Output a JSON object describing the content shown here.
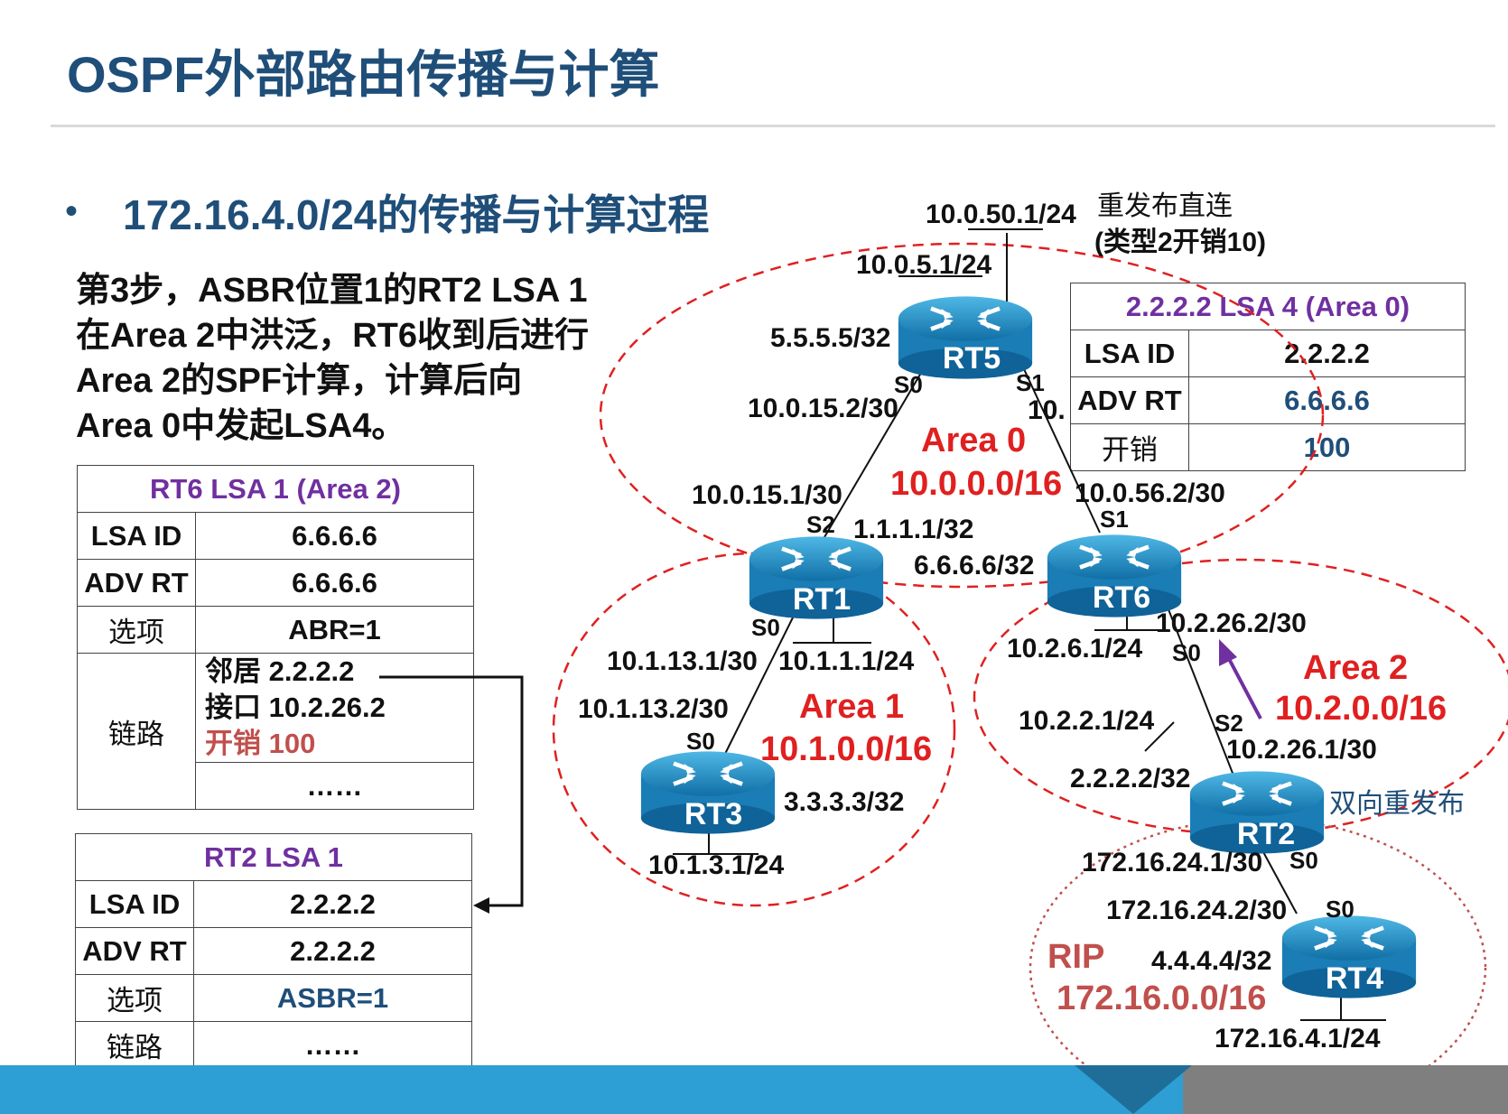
{
  "title": "OSPF外部路由传播与计算",
  "bullet": "172.16.4.0/24的传播与计算过程",
  "step_lines": [
    "第3步，ASBR位置1的RT2 LSA 1",
    "在Area 2中洪泛，RT6收到后进行",
    "Area 2的SPF计算，计算后向",
    "Area 0中发起LSA4。"
  ],
  "rt6_table": {
    "header": "RT6 LSA 1 (Area 2)",
    "rows": [
      {
        "key": "LSA ID",
        "value": "6.6.6.6"
      },
      {
        "key": "ADV RT",
        "value": "6.6.6.6"
      },
      {
        "key": "选项",
        "value": "ABR=1"
      }
    ],
    "link_key": "链路",
    "link_neighbor": "邻居  2.2.2.2",
    "link_interface": "接口 10.2.26.2",
    "link_cost": "开销 100",
    "link_more": "……"
  },
  "rt2_table": {
    "header": "RT2 LSA 1",
    "rows": [
      {
        "key": "LSA ID",
        "value": "2.2.2.2"
      },
      {
        "key": "ADV RT",
        "value": "2.2.2.2"
      },
      {
        "key": "选项",
        "value": "ASBR=1"
      },
      {
        "key": "链路",
        "value": "……"
      }
    ]
  },
  "lsa4_table": {
    "header": "2.2.2.2  LSA 4 (Area 0)",
    "rows": [
      {
        "key": "LSA ID",
        "value": "2.2.2.2"
      },
      {
        "key": "ADV RT",
        "value": "6.6.6.6"
      },
      {
        "key": "开销",
        "value": "100"
      }
    ]
  },
  "routers": {
    "rt1": "RT1",
    "rt2": "RT2",
    "rt3": "RT3",
    "rt4": "RT4",
    "rt5": "RT5",
    "rt6": "RT6"
  },
  "areas": {
    "area0_name": "Area 0",
    "area0_net": "10.0.0.0/16",
    "area1_name": "Area 1",
    "area1_net": "10.1.0.0/16",
    "area2_name": "Area 2",
    "area2_net": "10.2.0.0/16",
    "rip_name": "RIP",
    "rip_net": "172.16.0.0/16"
  },
  "labels": {
    "rt5_top_net": "10.0.50.1/24",
    "redistribute_direct": "重发布直连",
    "type2_cost": "(类型2开销10)",
    "rt5_lan": "10.0.5.1/24",
    "rt5_loopback": "5.5.5.5/32",
    "rt5_s0": "S0",
    "rt5_s1": "S1",
    "rt5_s0_ip": "10.0.15.2/30",
    "rt5_s1_ip_partial": "10.",
    "rt1_s2_ip": "10.0.15.1/30",
    "rt1_s2": "S2",
    "rt1_loopback": "1.1.1.1/32",
    "rt6_loopback": "6.6.6.6/32",
    "rt6_s1_ip": "10.0.56.2/30",
    "rt6_s1": "S1",
    "rt1_s0": "S0",
    "rt1_s0_ip": "10.1.13.1/30",
    "rt1_lan": "10.1.1.1/24",
    "rt3_s0_ip": "10.1.13.2/30",
    "rt3_s0": "S0",
    "rt3_loopback": "3.3.3.3/32",
    "rt3_lan": "10.1.3.1/24",
    "rt6_s0_ip": "10.2.26.2/30",
    "rt6_lan": "10.2.6.1/24",
    "rt6_s0": "S0",
    "rt2_lan": "10.2.2.1/24",
    "rt2_s2": "S2",
    "rt2_s2_ip": "10.2.26.1/30",
    "rt2_loopback": "2.2.2.2/32",
    "bidirectional_redistribute": "双向重发布",
    "rt2_s0_ip": "172.16.24.1/30",
    "rt2_s0": "S0",
    "rt4_s0_ip": "172.16.24.2/30",
    "rt4_s0": "S0",
    "rt4_loopback": "4.4.4.4/32",
    "rt4_lan": "172.16.4.1/24"
  },
  "colors": {
    "title": "#1f4e79",
    "area": "#e02020",
    "header": "#7030a0",
    "router": "#1b8fc4",
    "footer": "#2e9fd4"
  }
}
